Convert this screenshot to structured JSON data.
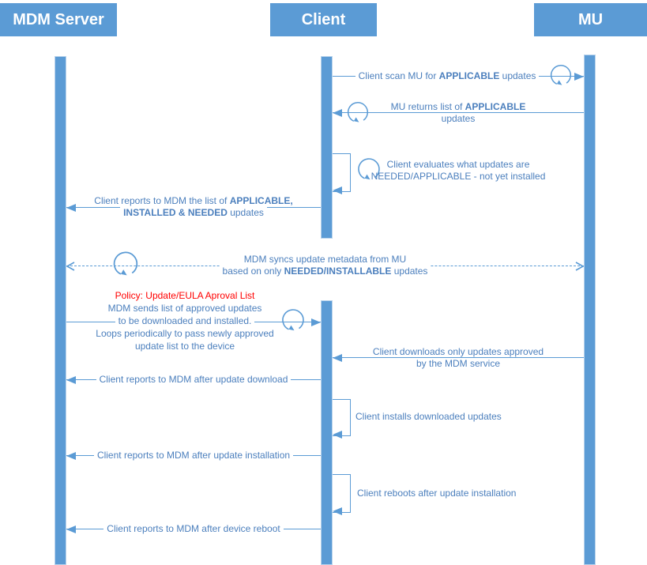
{
  "colors": {
    "primary": "#5b9bd5",
    "message_text": "#4b7fbd",
    "policy_title": "#ff0000",
    "actor_fill": "#5b9bd5",
    "actor_text": "#ffffff"
  },
  "icons": {
    "loop": "circular-loop-arrow-icon"
  },
  "actors": {
    "mdm": "MDM Server",
    "client": "Client",
    "mu": "MU"
  },
  "messages": {
    "scan": {
      "pre": "Client scan MU for ",
      "bold": "APPLICABLE",
      "post": " updates"
    },
    "returns": {
      "line1_pre": "MU returns list of ",
      "line1_bold": "APPLICABLE",
      "line2": "updates"
    },
    "evaluate": {
      "line1": "Client evaluates what updates are",
      "line2": "NEEDED/APPLICABLE - not yet installed"
    },
    "report_list": {
      "line1_pre": "Client reports to MDM the list of ",
      "line1_bold": "APPLICABLE,",
      "line2_bold": "INSTALLED & NEEDED",
      "line2_post": " updates"
    },
    "sync": {
      "line1": "MDM syncs update metadata from MU",
      "line2_pre": "based on only ",
      "line2_bold": "NEEDED/INSTALLABLE",
      "line2_post": " updates"
    },
    "policy": {
      "title": "Policy: Update/EULA Aproval List",
      "line1": "MDM sends list of approved updates",
      "line2": "to be downloaded and installed.",
      "line3": "Loops periodically to pass newly approved",
      "line4": "update list to the device"
    },
    "download": {
      "line1": "Client downloads only updates approved",
      "line2": "by the MDM service"
    },
    "report_download": {
      "text": "Client reports to MDM after update download"
    },
    "install": {
      "text": "Client installs downloaded updates"
    },
    "report_install": {
      "text": "Client reports to MDM after update installation"
    },
    "reboot": {
      "text": "Client reboots after update installation"
    },
    "report_reboot": {
      "text": "Client reports to MDM after device reboot"
    }
  }
}
